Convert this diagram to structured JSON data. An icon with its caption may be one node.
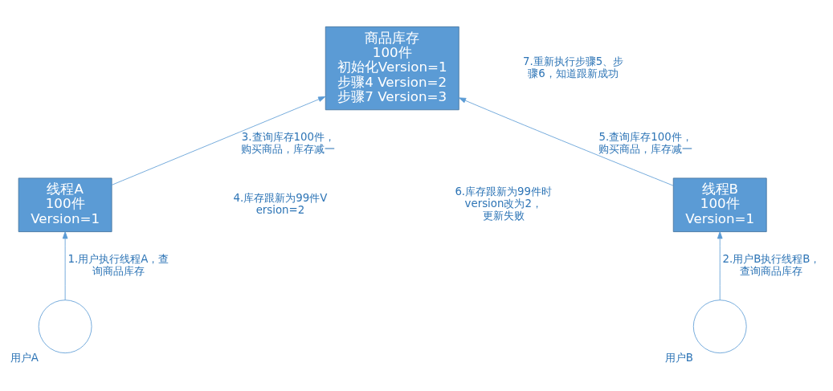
{
  "diagram": {
    "nodes": [
      {
        "text": [
          "商品库存",
          "100件",
          "初始化Version=1",
          "步骤4 Version=2",
          "步骤7 Version=3"
        ]
      },
      {
        "text": [
          "线程A",
          "100件",
          "Version=1"
        ]
      },
      {
        "text": [
          "线程B",
          "100件",
          "Version=1"
        ]
      },
      {
        "text": [],
        "shape": "circle",
        "beside": [
          "用户A"
        ]
      },
      {
        "text": [],
        "shape": "circle",
        "beside": [
          "用户B"
        ]
      }
    ],
    "edges": [
      {
        "from": 3,
        "to": 1,
        "arrow": "to",
        "label": "1.用户执行线程A，查询商品库存"
      },
      {
        "from": 4,
        "to": 2,
        "arrow": "to",
        "label": "2.用户B执行线程B，查询商品库存"
      },
      {
        "from": 1,
        "to": 0,
        "arrow": "to",
        "label": "3.查询库存100件，购买商品，库存减一"
      },
      {
        "from": 2,
        "to": 0,
        "arrow": "to",
        "label": "5.查询库存100件，购买商品，库存减一"
      }
    ],
    "labels": [
      "7.重新执行步骤5、步骤6，知道跟新成功",
      "4.库存跟新为99件Version=2",
      "6.库存跟新为99件时version改为2，更新失败"
    ]
  }
}
